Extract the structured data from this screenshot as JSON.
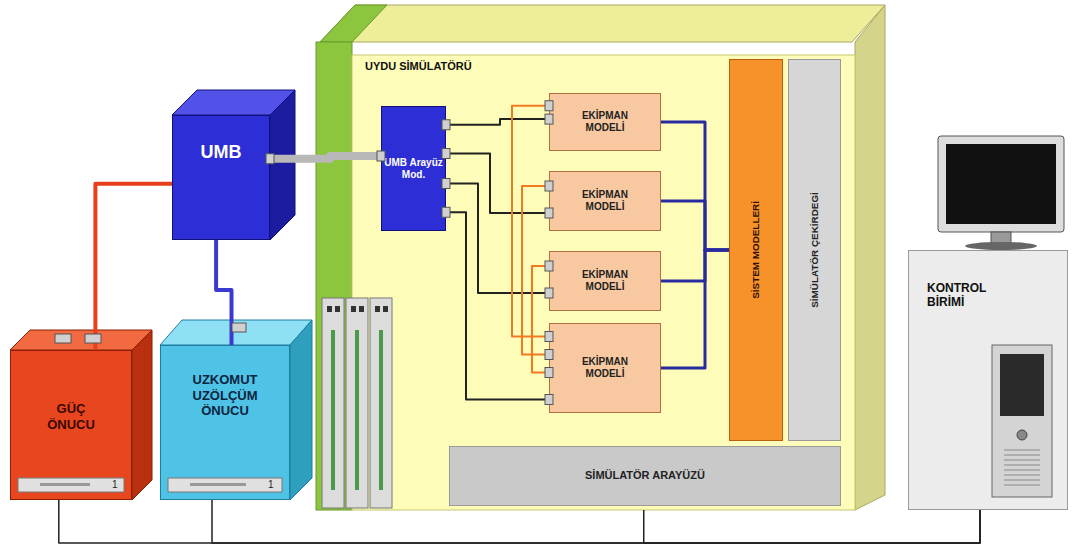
{
  "diagram": {
    "nodes": [
      {
        "text": [
          "UMB"
        ]
      },
      {
        "text": [
          "GÜÇ ÖNUCU"
        ]
      },
      {
        "text": [
          "UZKOMUT UZÖLÇÜM ÖNUCU"
        ]
      },
      {
        "text": [
          "UYDU SİMÜLATÖRÜ"
        ]
      },
      {
        "text": [
          "UMB Arayüz Mod."
        ],
        "in": 3
      },
      {
        "text": [
          "EKİPMAN MODELİ"
        ],
        "in": 3
      },
      {
        "text": [
          "EKİPMAN MODELİ"
        ],
        "in": 3
      },
      {
        "text": [
          "EKİPMAN MODELİ"
        ],
        "in": 3
      },
      {
        "text": [
          "EKİPMAN MODELİ"
        ],
        "in": 3
      },
      {
        "text": [
          "SİSTEM MODELLERİ"
        ],
        "in": 3
      },
      {
        "text": [
          "SİMÜLATÖR ÇEKİRDEGİ"
        ],
        "in": 3
      },
      {
        "text": [
          "SİMÜLATÖR ARAYÜZÜ"
        ],
        "in": 3
      },
      {
        "text": [
          "KONTROL BİRİMİ"
        ]
      }
    ],
    "edges": [
      {
        "from": 1,
        "to": 0,
        "arrow": "none"
      },
      {
        "from": 0,
        "to": 2,
        "arrow": "none"
      },
      {
        "from": 0,
        "to": 4,
        "arrow": "none"
      },
      {
        "from": 4,
        "to": 5,
        "arrow": "none"
      },
      {
        "from": 4,
        "to": 6,
        "arrow": "none"
      },
      {
        "from": 4,
        "to": 7,
        "arrow": "none"
      },
      {
        "from": 4,
        "to": 8,
        "arrow": "none"
      },
      {
        "from": 5,
        "to": 8,
        "arrow": "none"
      },
      {
        "from": 6,
        "to": 8,
        "arrow": "none"
      },
      {
        "from": 7,
        "to": 8,
        "arrow": "none"
      },
      {
        "from": 5,
        "to": 9,
        "arrow": "none"
      },
      {
        "from": 6,
        "to": 9,
        "arrow": "none"
      },
      {
        "from": 7,
        "to": 9,
        "arrow": "none"
      },
      {
        "from": 8,
        "to": 9,
        "arrow": "none"
      },
      {
        "from": 1,
        "to": 12,
        "arrow": "none"
      },
      {
        "from": 2,
        "to": 12,
        "arrow": "none"
      },
      {
        "from": 3,
        "to": 12,
        "arrow": "none"
      }
    ],
    "labels": [
      "1",
      "1"
    ]
  }
}
